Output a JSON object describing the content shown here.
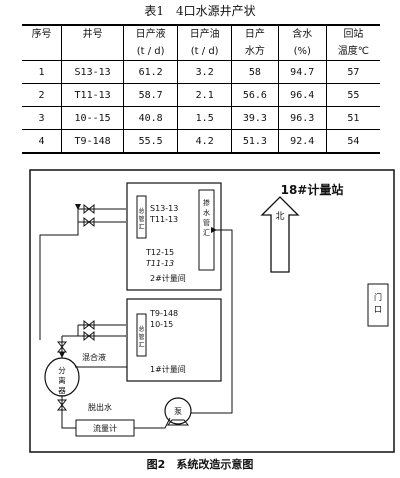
{
  "table": {
    "caption": "表1　4口水源井产状",
    "header_top": [
      "序号",
      "井号",
      "日产液",
      "日产油",
      "日产",
      "含水",
      "回站"
    ],
    "header_bottom": [
      "",
      "",
      "(t / d)",
      "(t / d)",
      "水方",
      "(%)",
      "温度℃"
    ],
    "rows": [
      [
        "1",
        "S13-13",
        "61.2",
        "3.2",
        "58",
        "94.7",
        "57"
      ],
      [
        "2",
        "T11-13",
        "58.7",
        "2.1",
        "56.6",
        "96.4",
        "55"
      ],
      [
        "3",
        "10--15",
        "40.8",
        "1.5",
        "39.3",
        "96.3",
        "51"
      ],
      [
        "4",
        "T9-148",
        "55.5",
        "4.2",
        "51.3",
        "92.4",
        "54"
      ]
    ]
  },
  "diagram": {
    "station_title": "18#计量站",
    "north_label": "北",
    "door_label": "门口",
    "room2": {
      "wells": [
        "S13-13",
        "T11-13"
      ],
      "manifold_label": "总管汇",
      "mixer_label": "掺水管汇",
      "wells_below": [
        "T12-15",
        "T11-13"
      ],
      "room_label": "2#计量间"
    },
    "room1": {
      "wells": [
        "T9-148",
        "10-15"
      ],
      "manifold_label": "总管汇",
      "room_label": "1#计量间"
    },
    "mixed_liquid_label": "混合液",
    "separator_label": "分离器",
    "water_out_label": "脱出水",
    "flowmeter_label": "流量计",
    "pump_label": "泵",
    "caption": "图2　系统改造示意图"
  }
}
